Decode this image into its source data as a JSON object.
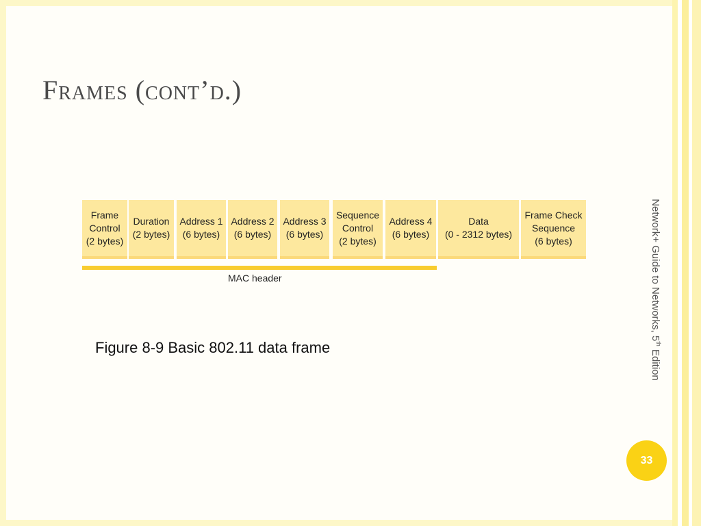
{
  "slide": {
    "title": "Frames (cont’d.)",
    "side_text": "Network+ Guide to Networks, 5",
    "side_text_sup": "th",
    "side_text_tail": " Edition",
    "page_number": "33",
    "caption": "Figure 8-9 Basic 802.11 data frame"
  },
  "diagram": {
    "fields": [
      {
        "label": "Frame\nControl\n(2 bytes)"
      },
      {
        "label": "Duration\n(2 bytes)"
      },
      {
        "label": "Address 1\n(6 bytes)"
      },
      {
        "label": "Address 2\n(6 bytes)"
      },
      {
        "label": "Address 3\n(6 bytes)"
      },
      {
        "label": "Sequence\nControl\n(2 bytes)"
      },
      {
        "label": "Address 4\n(6 bytes)"
      },
      {
        "label": "Data\n(0 - 2312 bytes)"
      },
      {
        "label": "Frame Check\nSequence\n(6 bytes)"
      }
    ],
    "header_label": "MAC header"
  },
  "colors": {
    "field_fill": "#fde89e",
    "header_bar": "#f8cc2e",
    "badge": "#fad215",
    "border": "#fdf7c8"
  }
}
